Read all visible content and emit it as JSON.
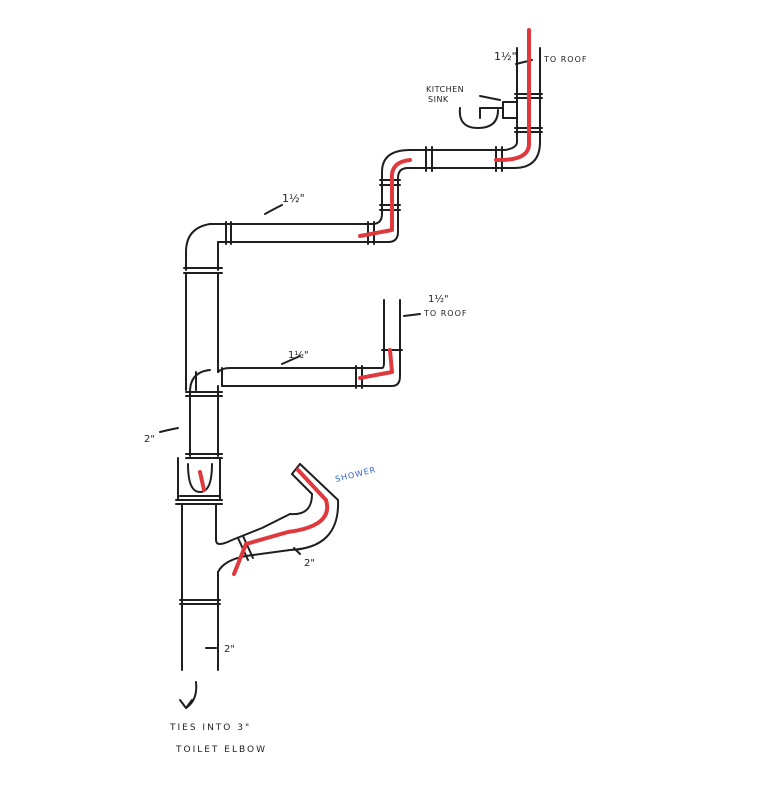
{
  "colors": {
    "pipe_outline": "#1f1f1f",
    "red_mark": "#e0393d",
    "blue_label": "#2a5fc4",
    "paper": "#ffffff"
  },
  "labels": {
    "top_vent_size": "1½\"",
    "top_vent_dest": "TO ROOF",
    "kitchen_sink_line1": "KITCHEN",
    "kitchen_sink_line2": "SINK",
    "upper_horizontal_size": "1½\"",
    "mid_vent_size": "1½\"",
    "mid_vent_dest": "TO ROOF",
    "mid_horizontal_size": "1½\"",
    "main_stack_size": "2\"",
    "shower_label": "SHOWER",
    "shower_arm_size": "2\"",
    "lower_stack_size": "2\"",
    "note_line1": "TIES INTO 3\"",
    "note_line2": "TOILET ELBOW"
  }
}
